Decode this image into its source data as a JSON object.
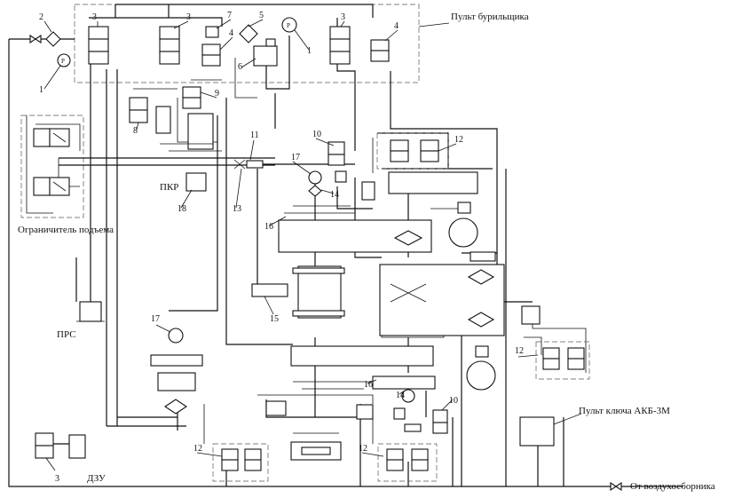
{
  "panels": {
    "driller_console": "Пульт бурильщика",
    "lift_limiter": "Ограничитель подъема",
    "akb_console": "Пульт ключа АКБ-3М"
  },
  "labels": {
    "pkr": "ПКР",
    "prs": "ПРС",
    "dzu": "ДЗУ",
    "air_source": "От воздухосборника"
  },
  "numbers": {
    "n1": "1",
    "n1b": "1",
    "n2": "2",
    "n3a": "3",
    "n3b": "3",
    "n3c": "3",
    "n3d": "3",
    "n4a": "4",
    "n4b": "4",
    "n5": "5",
    "n6": "6",
    "n7": "7",
    "n8": "8",
    "n9": "9",
    "n10a": "10",
    "n10b": "10",
    "n11": "11",
    "n12a": "12",
    "n12b": "12",
    "n12c": "12",
    "n12d": "12",
    "n13": "13",
    "n14a": "14",
    "n14b": "14",
    "n15": "15",
    "n16a": "16",
    "n16b": "16",
    "n17a": "17",
    "n17b": "17",
    "n18": "18"
  }
}
